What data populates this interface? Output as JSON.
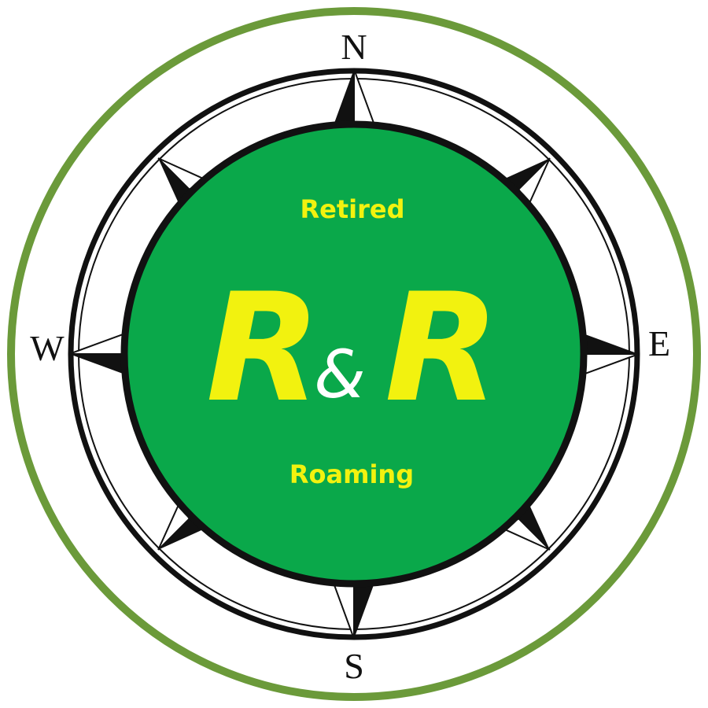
{
  "compass": {
    "north": "N",
    "east": "E",
    "south": "S",
    "west": "W"
  },
  "badge": {
    "top_word": "Retired",
    "initial_left": "R",
    "ampersand": "&",
    "initial_right": "R",
    "bottom_word": "Roaming"
  },
  "colors": {
    "outer_ring": "#6b9a3a",
    "disc_fill": "#0aa84a",
    "text_yellow": "#f2f20f",
    "ampersand_white": "#ffffff",
    "ink": "#111111"
  },
  "icons": {
    "compass_rose": "compass-rose-icon",
    "point": "compass-point-icon"
  }
}
